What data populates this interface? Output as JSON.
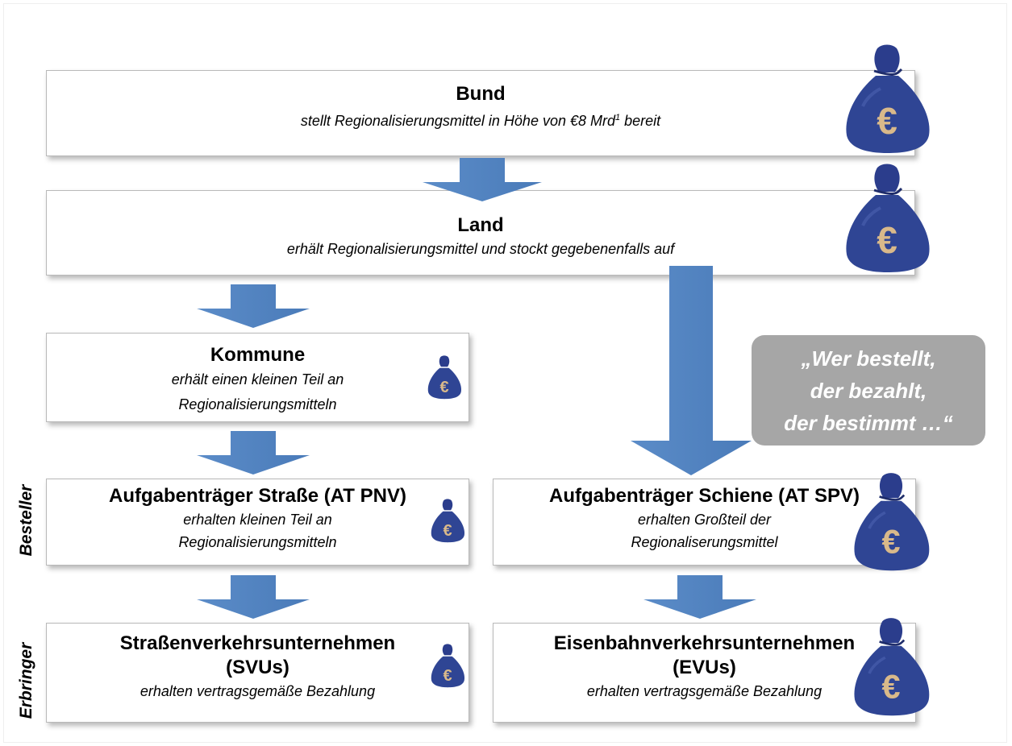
{
  "boxes": {
    "bund": {
      "title": "Bund",
      "sub_pre": "stellt Regionalisierungsmittel in Höhe von €8 Mrd",
      "sub_sup": "1",
      "sub_post": " bereit"
    },
    "land": {
      "title": "Land",
      "sub": "erhält Regionalisierungsmittel und stockt gegebenenfalls auf"
    },
    "kommune": {
      "title": "Kommune",
      "sub1": "erhält einen kleinen Teil an",
      "sub2": "Regionalisierungsmitteln"
    },
    "at_pnv": {
      "title": "Aufgabenträger Straße (AT PNV)",
      "sub1": "erhalten kleinen Teil an",
      "sub2": "Regionalisierungsmitteln"
    },
    "at_spv": {
      "title": "Aufgabenträger Schiene (AT SPV)",
      "sub1": "erhalten Großteil der",
      "sub2": "Regionaliserungsmittel"
    },
    "svu": {
      "title1": "Straßenverkehrsunternehmen",
      "title2": "(SVUs)",
      "sub": "erhalten vertragsgemäße Bezahlung"
    },
    "evu": {
      "title1": "Eisenbahnverkehrsunternehmen",
      "title2": "(EVUs)",
      "sub": "erhalten vertragsgemäße Bezahlung"
    }
  },
  "side_labels": {
    "besteller": "Besteller",
    "erbringer": "Erbringer"
  },
  "quote": {
    "line1": "„Wer bestellt,",
    "line2": "der bezahlt,",
    "line3": "der bestimmt …“"
  },
  "bag_symbol": "€",
  "colors": {
    "arrow": "#4f81bd",
    "bag": "#2b3d8c",
    "bag_symbol": "#d9b98a",
    "quote_bg": "#a6a6a6"
  }
}
